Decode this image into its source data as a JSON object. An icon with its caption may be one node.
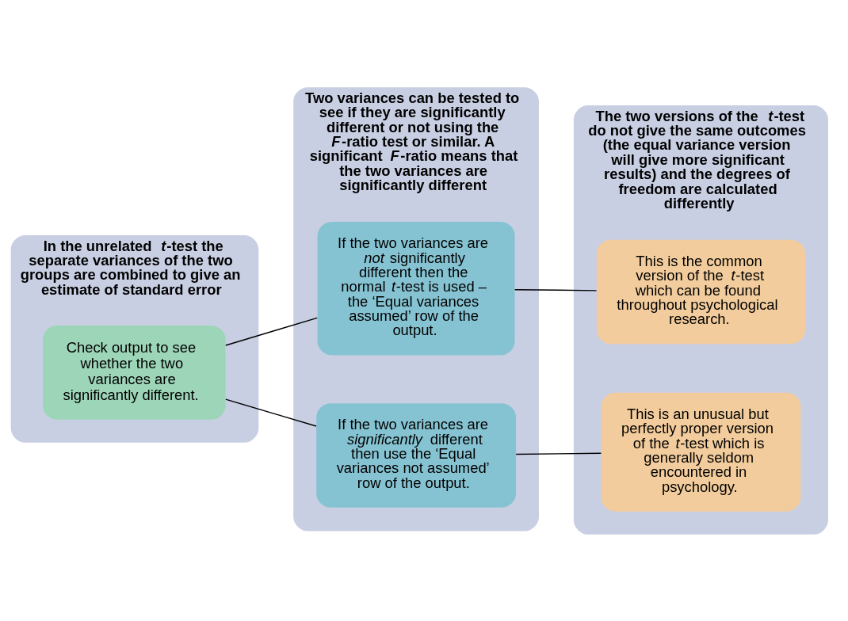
{
  "diagram": {
    "nodes": [
      {
        "text": [
          "In the unrelated *t*-test the separate variances of the two groups are combined to give an estimate of standard error"
        ]
      },
      {
        "text": [
          "Check output to see whether the two variances are significantly different."
        ],
        "in": 0
      },
      {
        "text": [
          "Two variances can be tested to see if they are significantly different or not using the *F*-ratio test or similar. A significant *F*-ratio means that the two variances are significantly different"
        ]
      },
      {
        "text": [
          "If the two variances are *not* significantly different then the normal *t*-test is used – the ‘Equal variances assumed’ row of the output."
        ],
        "in": 2
      },
      {
        "text": [
          "If the two variances are *significantly* different then use the ‘Equal variances not assumed’ row of the output."
        ],
        "in": 2
      },
      {
        "text": [
          "The two versions of the *t*-test do not give the same outcomes (the equal variance version will give more significant results) and the degrees of freedom are calculated differently"
        ]
      },
      {
        "text": [
          "This is the common version of the *t*-test which can be found throughout psychological research."
        ],
        "in": 5
      },
      {
        "text": [
          "This is an unusual but perfectly proper version of the *t*-test which is generally seldom encountered in psychology."
        ],
        "in": 5
      }
    ],
    "edges": [
      {
        "from": 1,
        "to": 3,
        "arrow": "none"
      },
      {
        "from": 1,
        "to": 4,
        "arrow": "none"
      },
      {
        "from": 3,
        "to": 6,
        "arrow": "none"
      },
      {
        "from": 4,
        "to": 7,
        "arrow": "none"
      }
    ]
  }
}
